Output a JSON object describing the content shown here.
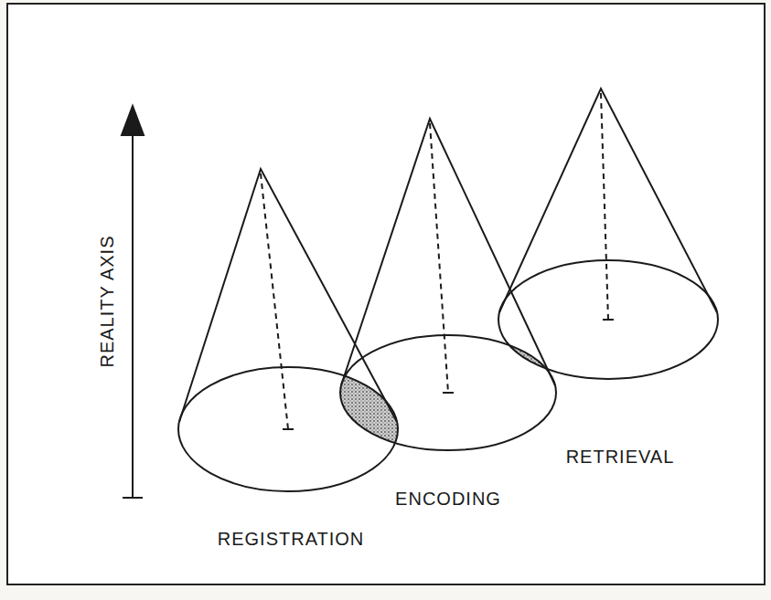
{
  "diagram": {
    "labels": [
      "REALITY AXIS",
      "REGISTRATION",
      "ENCODING",
      "RETRIEVAL"
    ]
  }
}
